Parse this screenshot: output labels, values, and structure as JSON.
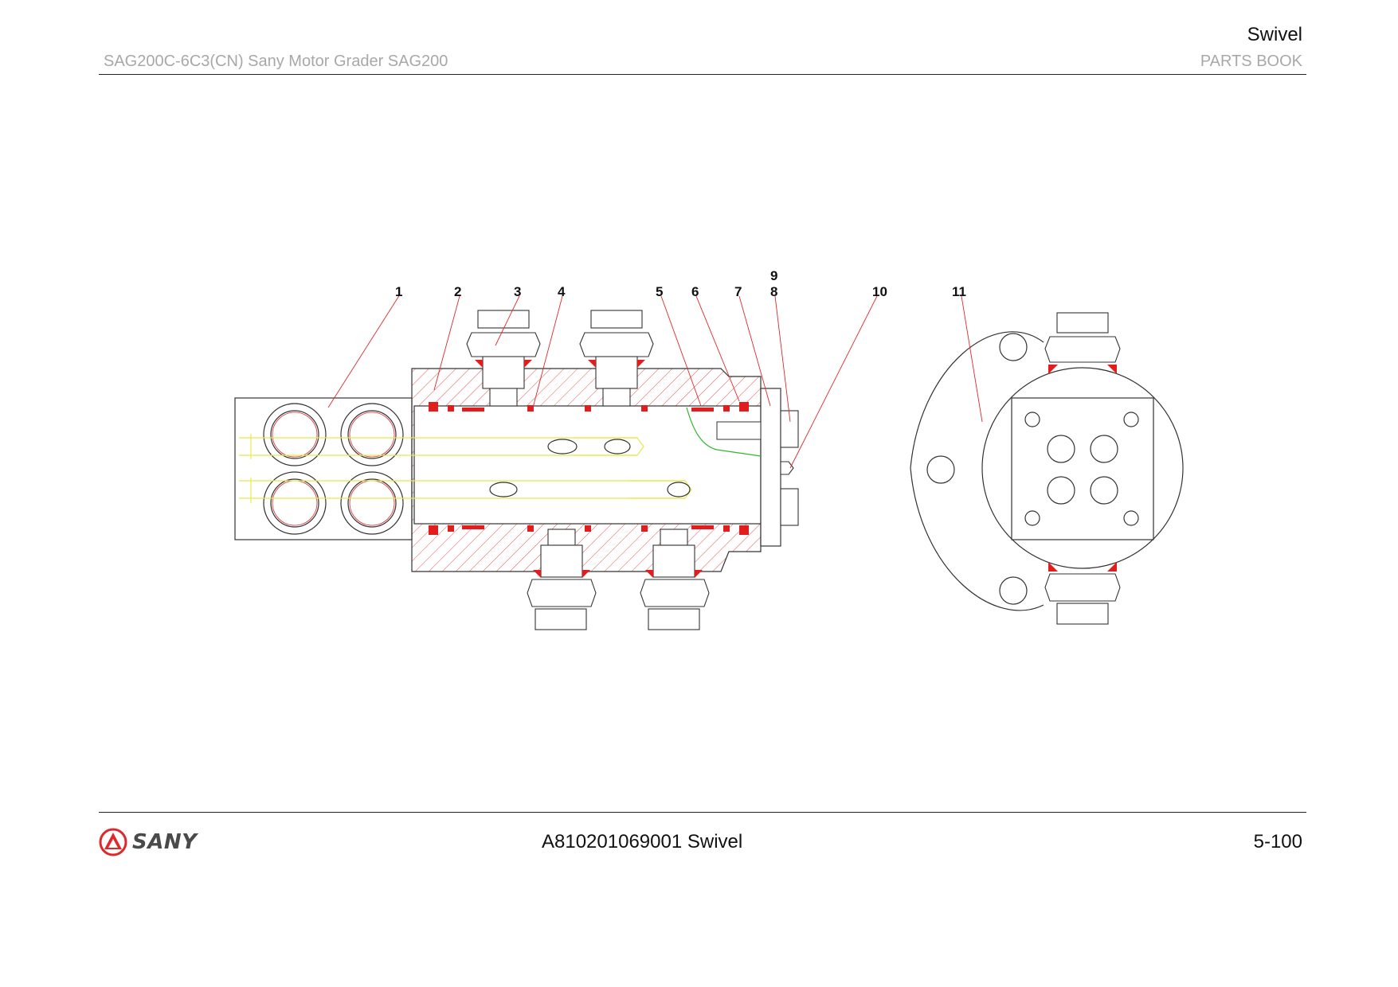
{
  "header": {
    "title": "Swivel",
    "model": "SAG200C-6C3(CN) Sany Motor Grader SAG200",
    "book": "PARTS BOOK"
  },
  "drawing": {
    "callouts": [
      "1",
      "2",
      "3",
      "4",
      "5",
      "6",
      "7",
      "8",
      "9",
      "10",
      "11"
    ]
  },
  "footer": {
    "logo_text": "SANY",
    "part": "A810201069001 Swivel",
    "page": "5-100"
  },
  "colors": {
    "leader": "#e0282a",
    "seal": "#e11d1d",
    "hidden": "#e8e84a",
    "outline": "#333333",
    "header_gray": "#a8a8a8"
  }
}
